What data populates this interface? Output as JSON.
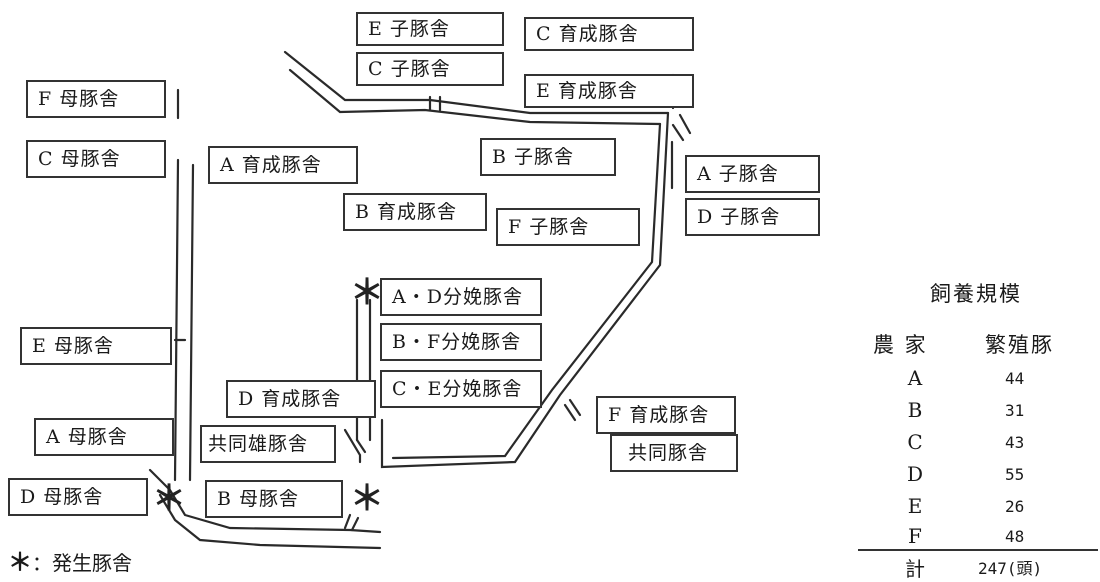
{
  "buildings": {
    "e_piglet": "E  子豚舎",
    "c_grower_top": "C 育成豚舎",
    "c_piglet": "C  子豚舎",
    "e_grower": "E 育成豚舎",
    "f_sow": "F  母豚舎",
    "c_sow": "C  母豚舎",
    "a_grower": "A 育成豚舎",
    "b_piglet": "B  子豚舎",
    "a_piglet": "A  子豚舎",
    "d_piglet": "D  子豚舎",
    "b_grower": "B 育成豚舎",
    "f_piglet": "F  子豚舎",
    "ad_farrow": "A・D分娩豚舎",
    "bf_farrow": "B・F分娩豚舎",
    "ce_farrow": "C・E分娩豚舎",
    "e_sow": "E  母豚舎",
    "d_grower": "D 育成豚舎",
    "a_sow": "A  母豚舎",
    "shared_boar": "共同雄豚舎",
    "f_grower": "F 育成豚舎",
    "shared_pig": "共同豚舎",
    "d_sow": "D  母豚舎",
    "b_sow": "B  母豚舎"
  },
  "outbreak_marker": "＊",
  "legend": {
    "symbol": "＊",
    "text": "：発生豚舎"
  },
  "table": {
    "title": "飼養規模",
    "col_farm": "農 家",
    "col_breeding": "繁殖豚",
    "rows": [
      {
        "farm": "A",
        "value": "44"
      },
      {
        "farm": "B",
        "value": "31"
      },
      {
        "farm": "C",
        "value": "43"
      },
      {
        "farm": "D",
        "value": "55"
      },
      {
        "farm": "E",
        "value": "26"
      },
      {
        "farm": "F",
        "value": "48"
      }
    ],
    "total_label": "計",
    "total_value": "247(頭)"
  }
}
